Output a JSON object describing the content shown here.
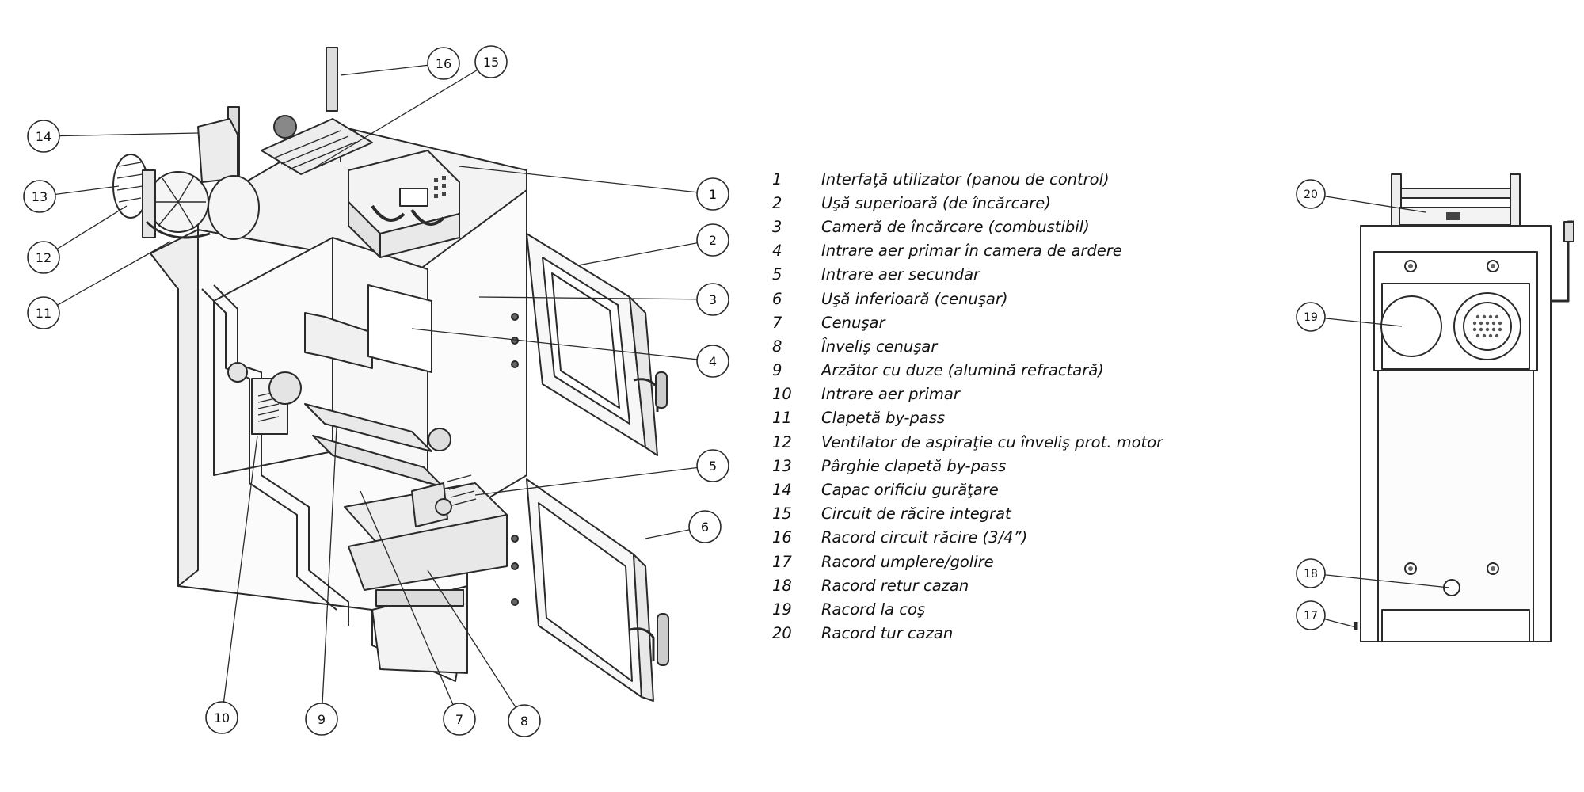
{
  "legend": [
    {
      "num": "1",
      "text": "Interfaţă utilizator (panou de control)"
    },
    {
      "num": "2",
      "text": "Uşă superioară (de încărcare)"
    },
    {
      "num": "3",
      "text": "Cameră de încărcare (combustibil)"
    },
    {
      "num": "4",
      "text": "Intrare aer primar în camera de ardere"
    },
    {
      "num": "5",
      "text": "Intrare aer secundar"
    },
    {
      "num": "6",
      "text": "Uşă inferioară (cenuşar)"
    },
    {
      "num": "7",
      "text": "Cenuşar"
    },
    {
      "num": "8",
      "text": "Înveliş cenuşar"
    },
    {
      "num": "9",
      "text": "Arzător cu duze (alumină refractară)"
    },
    {
      "num": "10",
      "text": "Intrare aer primar"
    },
    {
      "num": "11",
      "text": "Clapetă by-pass"
    },
    {
      "num": "12",
      "text": "Ventilator de aspiraţie cu înveliş prot. motor"
    },
    {
      "num": "13",
      "text": "Pârghie clapetă by-pass"
    },
    {
      "num": "14",
      "text": "Capac orificiu gurăţare"
    },
    {
      "num": "15",
      "text": "Circuit de răcire integrat"
    },
    {
      "num": "16",
      "text": "Racord circuit  răcire (3/4”)"
    },
    {
      "num": "17",
      "text": "Racord umplere/golire"
    },
    {
      "num": "18",
      "text": "Racord retur cazan"
    },
    {
      "num": "19",
      "text": "Racord la coş"
    },
    {
      "num": "20",
      "text": "Racord tur cazan"
    }
  ],
  "callouts": [
    "1",
    "2",
    "3",
    "4",
    "5",
    "6",
    "7",
    "8",
    "9",
    "10",
    "11",
    "12",
    "13",
    "14",
    "15",
    "16",
    "17",
    "18",
    "19",
    "20"
  ]
}
